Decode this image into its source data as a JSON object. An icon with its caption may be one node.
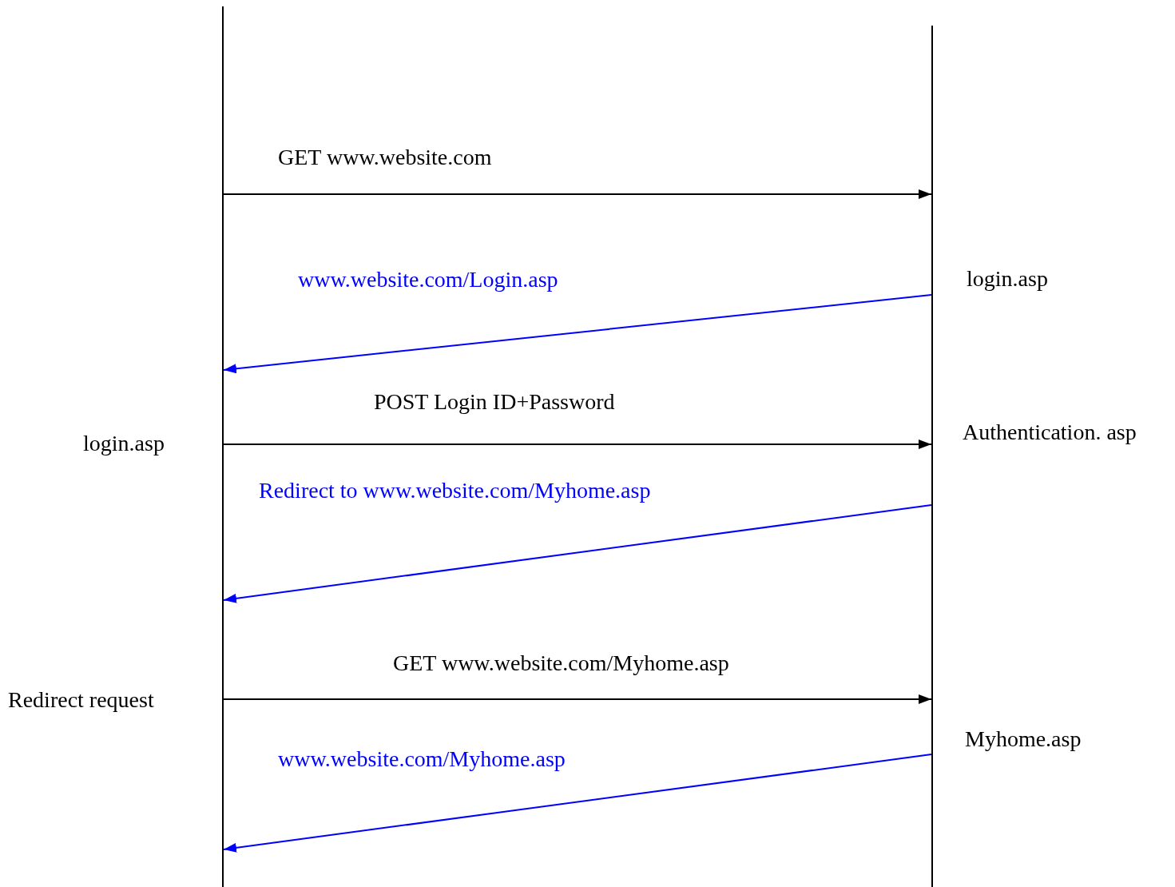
{
  "diagram": {
    "nodes": [
      {
        "text": [],
        "shape": "line"
      },
      {
        "text": [],
        "shape": "line"
      }
    ],
    "edges": [
      {
        "from": 0,
        "to": 1,
        "arrow": "to",
        "label": "GET www.website.com"
      },
      {
        "from": 1,
        "to": 0,
        "arrow": "to",
        "label": "www.website.com/Login.asp",
        "color": "#0000ff"
      },
      {
        "from": 0,
        "to": 1,
        "arrow": "to",
        "label": "POST Login ID+Password"
      },
      {
        "from": 1,
        "to": 0,
        "arrow": "to",
        "label": "Redirect to www.website.com/Myhome.asp",
        "color": "#0000ff"
      },
      {
        "from": 0,
        "to": 1,
        "arrow": "to",
        "label": "GET www.website.com/Myhome.asp"
      },
      {
        "from": 1,
        "to": 0,
        "arrow": "to",
        "label": "www.website.com/Myhome.asp",
        "color": "#0000ff"
      }
    ],
    "labels": [
      "login.asp",
      "Authentication. asp",
      "login.asp",
      "Redirect request",
      "Myhome.asp"
    ]
  }
}
